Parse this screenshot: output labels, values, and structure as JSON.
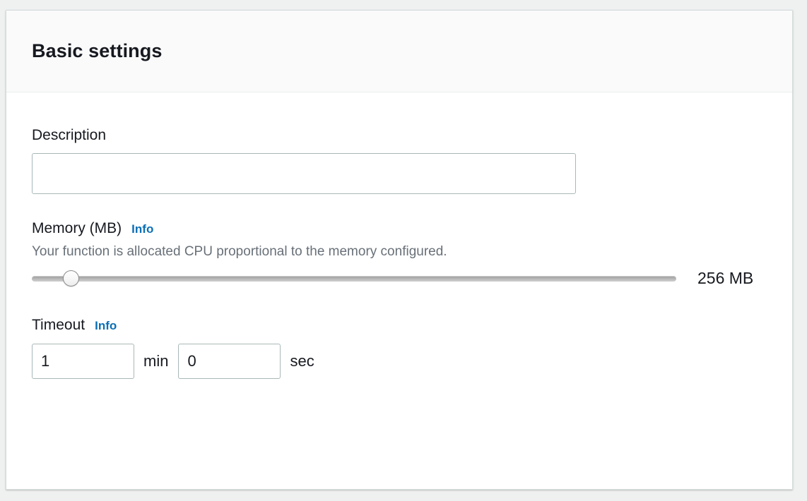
{
  "panel": {
    "title": "Basic settings"
  },
  "description": {
    "label": "Description",
    "value": "",
    "placeholder": ""
  },
  "memory": {
    "label": "Memory (MB)",
    "info_label": "Info",
    "hint": "Your function is allocated CPU proportional to the memory configured.",
    "value_display": "256 MB",
    "slider_value": 256,
    "slider_min": 128,
    "slider_max": 3008,
    "thumb_position_percent": 5
  },
  "timeout": {
    "label": "Timeout",
    "info_label": "Info",
    "minutes_value": "1",
    "minutes_unit": "min",
    "seconds_value": "0",
    "seconds_unit": "sec"
  },
  "colors": {
    "page_background": "#eff1f1",
    "card_background": "#ffffff",
    "header_background": "#fafafa",
    "text_primary": "#16191f",
    "text_secondary": "#687078",
    "link_blue": "#0a6fb5",
    "input_border": "#aab7b8",
    "card_border": "#d5dbdb",
    "slider_track": "#b4b4b4"
  }
}
